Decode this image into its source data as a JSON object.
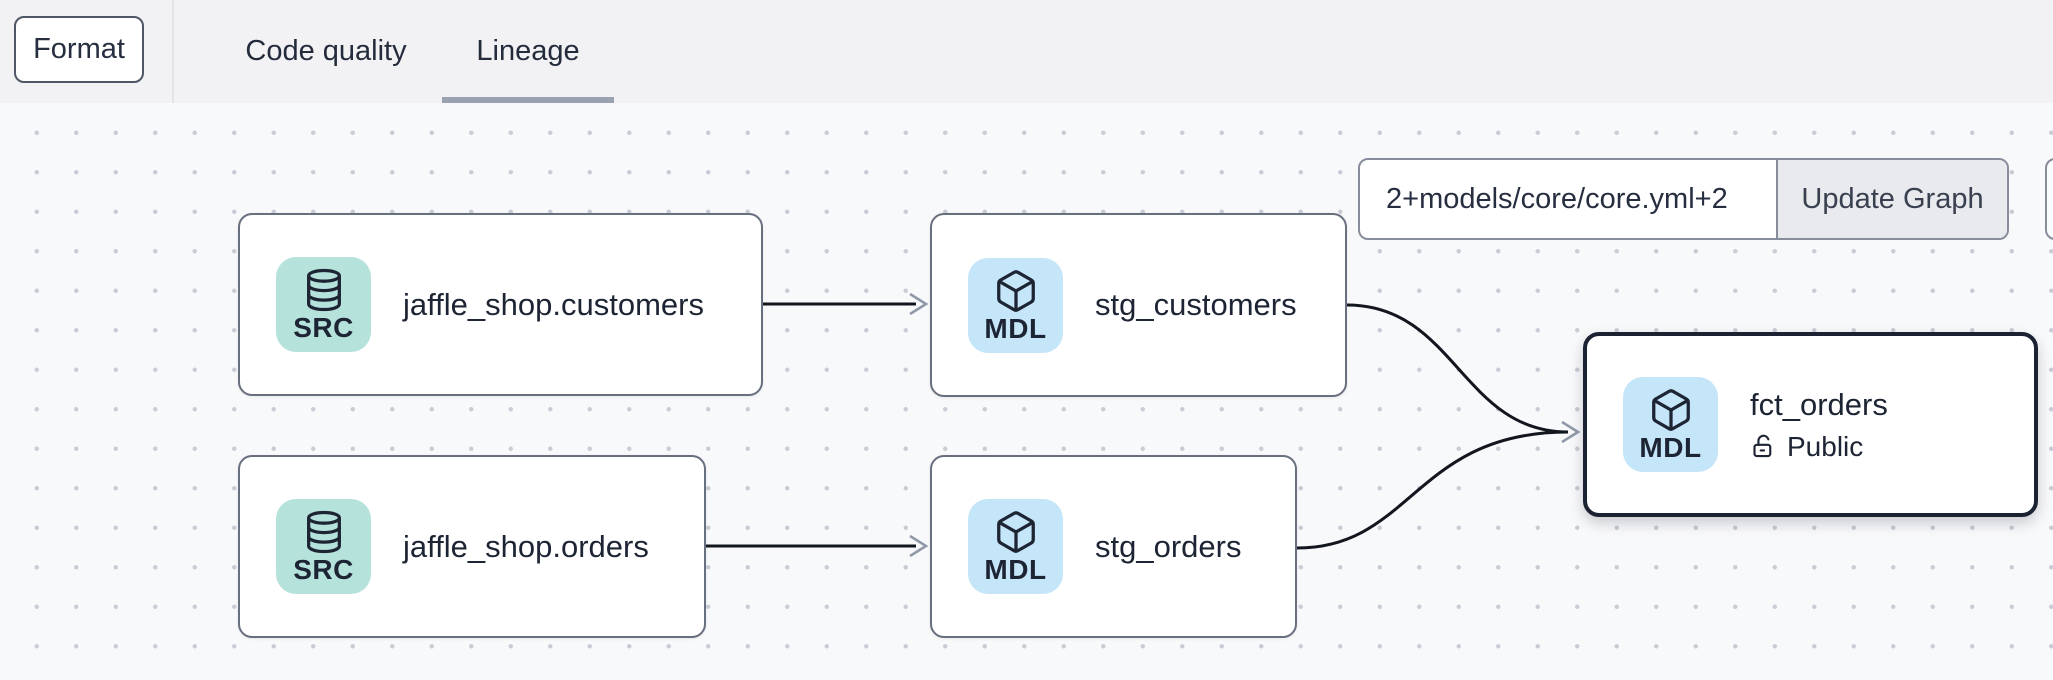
{
  "toolbar": {
    "format_label": "Format",
    "tabs": [
      {
        "label": "Code quality",
        "active": false
      },
      {
        "label": "Lineage",
        "active": true
      }
    ]
  },
  "lineage_controls": {
    "selector_value": "2+models/core/core.yml+2",
    "update_button_label": "Update Graph"
  },
  "graph": {
    "nodes": [
      {
        "id": "src_customers",
        "label": "jaffle_shop.customers",
        "badge": "SRC",
        "type": "source",
        "icon": "database-icon",
        "selected": false
      },
      {
        "id": "stg_customers",
        "label": "stg_customers",
        "badge": "MDL",
        "type": "model",
        "icon": "box-icon",
        "selected": false
      },
      {
        "id": "src_orders",
        "label": "jaffle_shop.orders",
        "badge": "SRC",
        "type": "source",
        "icon": "database-icon",
        "selected": false
      },
      {
        "id": "stg_orders",
        "label": "stg_orders",
        "badge": "MDL",
        "type": "model",
        "icon": "box-icon",
        "selected": false
      },
      {
        "id": "fct_orders",
        "label": "fct_orders",
        "badge": "MDL",
        "type": "model",
        "icon": "box-icon",
        "access": "Public",
        "access_icon": "lock-open-icon",
        "selected": true
      }
    ],
    "edges": [
      {
        "from": "src_customers",
        "to": "stg_customers"
      },
      {
        "from": "src_orders",
        "to": "stg_orders"
      },
      {
        "from": "stg_customers",
        "to": "fct_orders"
      },
      {
        "from": "stg_orders",
        "to": "fct_orders"
      }
    ],
    "arrow_icon": "chevron-right-arrow"
  },
  "colors": {
    "topbar_bg": "#f2f2f4",
    "tab_underline": "#9aa1b0",
    "canvas_bg": "#f8f9fb",
    "dot_grid": "#c9ccd4",
    "node_border": "#686f7e",
    "selected_node_border": "#1b2232",
    "badge_model_bg": "#c5e5f9",
    "badge_source_bg": "#b6e2dc",
    "edge": "#12161e",
    "arrowhead": "#9099a8",
    "button_bg": "#e9eaed",
    "text": "#1d2433"
  }
}
